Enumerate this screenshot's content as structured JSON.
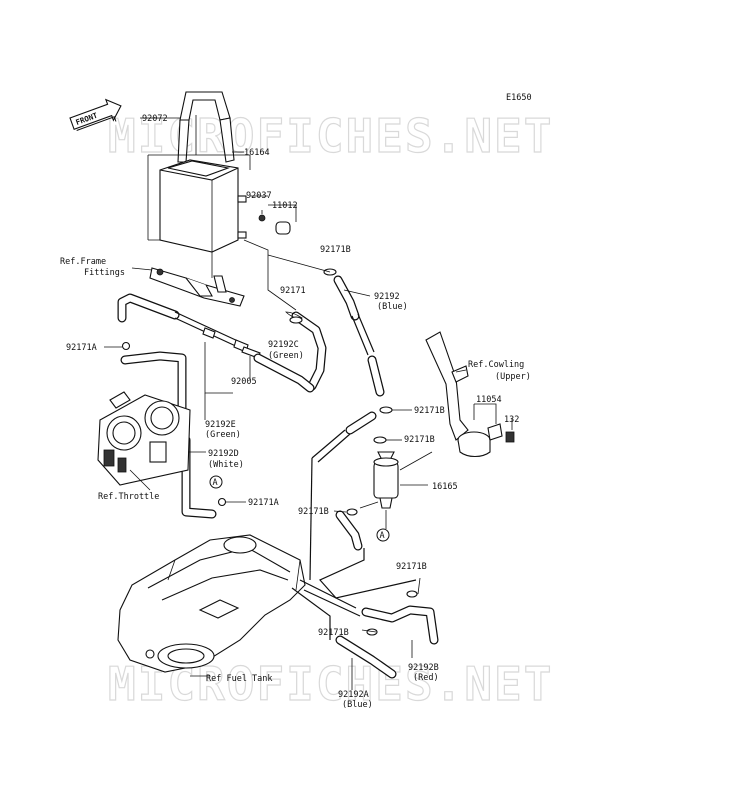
{
  "diagram": {
    "drawing_code": "E1650",
    "front_label": "FRONT",
    "watermark_top": "MICROFICHES.NET",
    "watermark_bottom": "MICROFICHES.NET",
    "circle_marker_top": "A",
    "circle_marker_bottom": "A",
    "labels": {
      "p92072": "92072",
      "p16164": "16164",
      "p92037": "92037",
      "p11012": "11012",
      "ref_frame_1": "Ref.Frame",
      "ref_frame_2": "Fittings",
      "p92171b_1": "92171B",
      "p92171": "92171",
      "p92192": "92192",
      "p92192_color": "(Blue)",
      "p92192c": "92192C",
      "p92192c_color": "(Green)",
      "p92171a_1": "92171A",
      "p92005": "92005",
      "ref_cowling_1": "Ref.Cowling",
      "ref_cowling_2": "(Upper)",
      "p92171b_2": "92171B",
      "p11054": "11054",
      "p132": "132",
      "p92171b_3": "92171B",
      "p92192e": "92192E",
      "p92192e_color": "(Green)",
      "p92192d": "92192D",
      "p92192d_color": "(White)",
      "p16165": "16165",
      "ref_throttle": "Ref.Throttle",
      "p92171a_2": "92171A",
      "p92171b_4": "92171B",
      "p92171b_5": "92171B",
      "p92171b_6": "92171B",
      "p92192b": "92192B",
      "p92192b_color": "(Red)",
      "ref_fuel_tank": "Ref Fuel Tank",
      "p92192a": "92192A",
      "p92192a_color": "(Blue)"
    }
  }
}
